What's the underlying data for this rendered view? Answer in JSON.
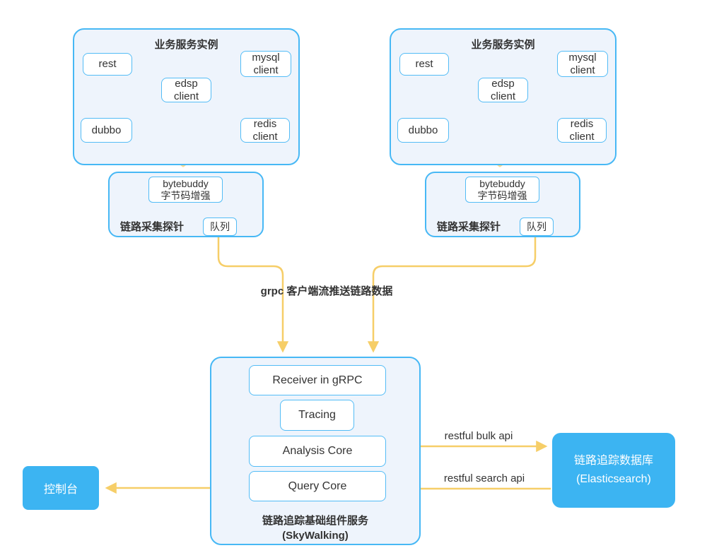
{
  "colors": {
    "accent_blue_border": "#47b8f5",
    "light_blue_fill": "#eef4fc",
    "solid_blue_fill": "#3cb4f2",
    "arrow_yellow": "#f6ce68",
    "arrow_yellow_dashed": "#f8d98d",
    "text_dark": "#333333"
  },
  "groups": [
    {
      "title": "业务服务实例",
      "nodes": {
        "rest": "rest",
        "mysql": "mysql\nclient",
        "edsp": "edsp\nclient",
        "dubbo": "dubbo",
        "redis": "redis\nclient"
      },
      "probe": {
        "enhancer": "bytebuddy\n字节码增强",
        "label": "链路采集探针",
        "queue": "队列"
      }
    },
    {
      "title": "业务服务实例",
      "nodes": {
        "rest": "rest",
        "mysql": "mysql\nclient",
        "edsp": "edsp\nclient",
        "dubbo": "dubbo",
        "redis": "redis\nclient"
      },
      "probe": {
        "enhancer": "bytebuddy\n字节码增强",
        "label": "链路采集探针",
        "queue": "队列"
      }
    }
  ],
  "labels": {
    "grpc_push": "grpc 客户端流推送链路数据",
    "bulk_api": "restful bulk api",
    "search_api": "restful search api"
  },
  "skywalking": {
    "components": [
      "Receiver in gRPC",
      "Tracing",
      "Analysis Core",
      "Query Core"
    ],
    "caption": "链路追踪基础组件服务\n(SkyWalking)"
  },
  "datastore": {
    "label": "链路追踪数据库\n(Elasticsearch)"
  },
  "console": {
    "label": "控制台"
  }
}
